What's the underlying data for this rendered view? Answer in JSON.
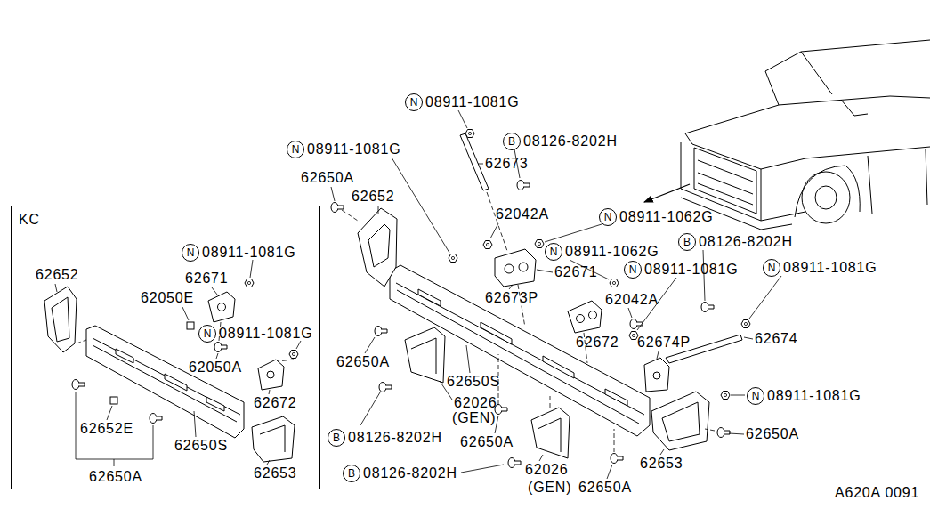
{
  "diagram": {
    "nodes": [
      {
        "text": [
          "KC"
        ]
      },
      {
        "text": [
          "N",
          "08911-1081G"
        ],
        "in": 0
      },
      {
        "text": [
          "N",
          "08911-1081G"
        ],
        "in": 0
      },
      {
        "text": [
          "N",
          "08911-1081G"
        ]
      },
      {
        "text": [
          "B",
          "08126-8202H"
        ]
      },
      {
        "text": [
          "N",
          "08911-1081G"
        ]
      },
      {
        "text": [
          "N",
          "08911-1062G"
        ]
      },
      {
        "text": [
          "B",
          "08126-8202H"
        ]
      },
      {
        "text": [
          "N",
          "08911-1062G"
        ]
      },
      {
        "text": [
          "N",
          "08911-1081G"
        ]
      },
      {
        "text": [
          "N",
          "08911-1081G"
        ]
      },
      {
        "text": [
          "N",
          "08911-1081G"
        ]
      },
      {
        "text": [
          "B",
          "08126-8202H"
        ]
      },
      {
        "text": [
          "B",
          "08126-8202H"
        ]
      }
    ],
    "labels": [
      "62650A",
      "62652",
      "62673",
      "62042A",
      "62671",
      "62673P",
      "62042A",
      "62672",
      "62674P",
      "62674",
      "62650A",
      "62650S",
      "62026",
      "(GEN)",
      "62650A",
      "62650A",
      "62653",
      "62026",
      "(GEN)",
      "62650A",
      "A620A 0091",
      "62652",
      "62671",
      "62050E",
      "62050A",
      "62672",
      "62652E",
      "62650S",
      "62653",
      "62650A"
    ]
  }
}
